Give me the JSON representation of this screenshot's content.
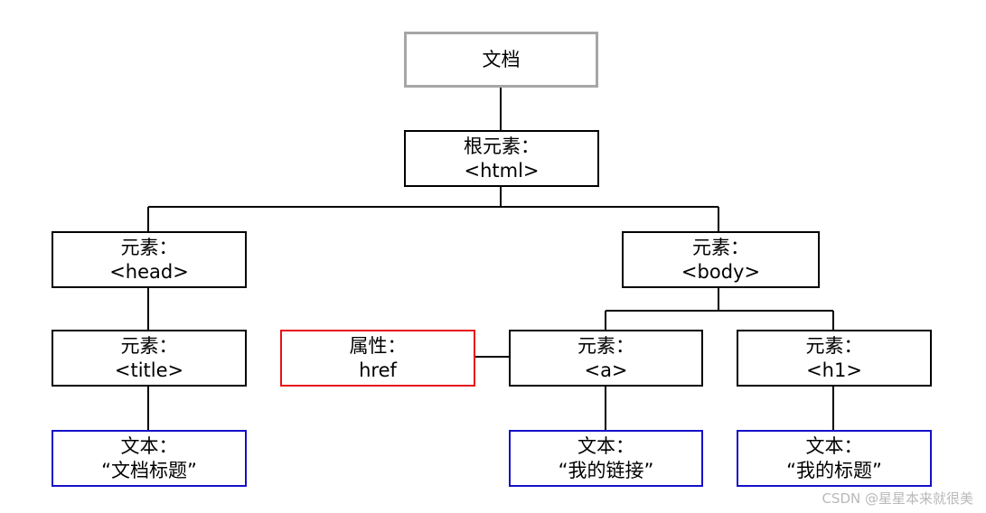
{
  "nodes": {
    "document": {
      "text": "文档",
      "border": "#a6a6a6"
    },
    "root": {
      "line1": "根元素：",
      "line2": "<html>"
    },
    "head": {
      "line1": "元素：",
      "line2": "<head>"
    },
    "body": {
      "line1": "元素：",
      "line2": "<body>"
    },
    "title": {
      "line1": "元素：",
      "line2": "<title>"
    },
    "href_attr": {
      "line1": "属性：",
      "line2": "href",
      "border": "#e8101a"
    },
    "a": {
      "line1": "元素：",
      "line2": "<a>"
    },
    "h1": {
      "line1": "元素：",
      "line2": "<h1>"
    },
    "title_text": {
      "line1": "文本：",
      "line2": "“文档标题”",
      "border": "#1510c8"
    },
    "a_text": {
      "line1": "文本：",
      "line2": "“我的链接”",
      "border": "#1510c8"
    },
    "h1_text": {
      "line1": "文本：",
      "line2": "“我的标题”",
      "border": "#1510c8"
    }
  },
  "watermark": "CSDN @星星本来就很美"
}
